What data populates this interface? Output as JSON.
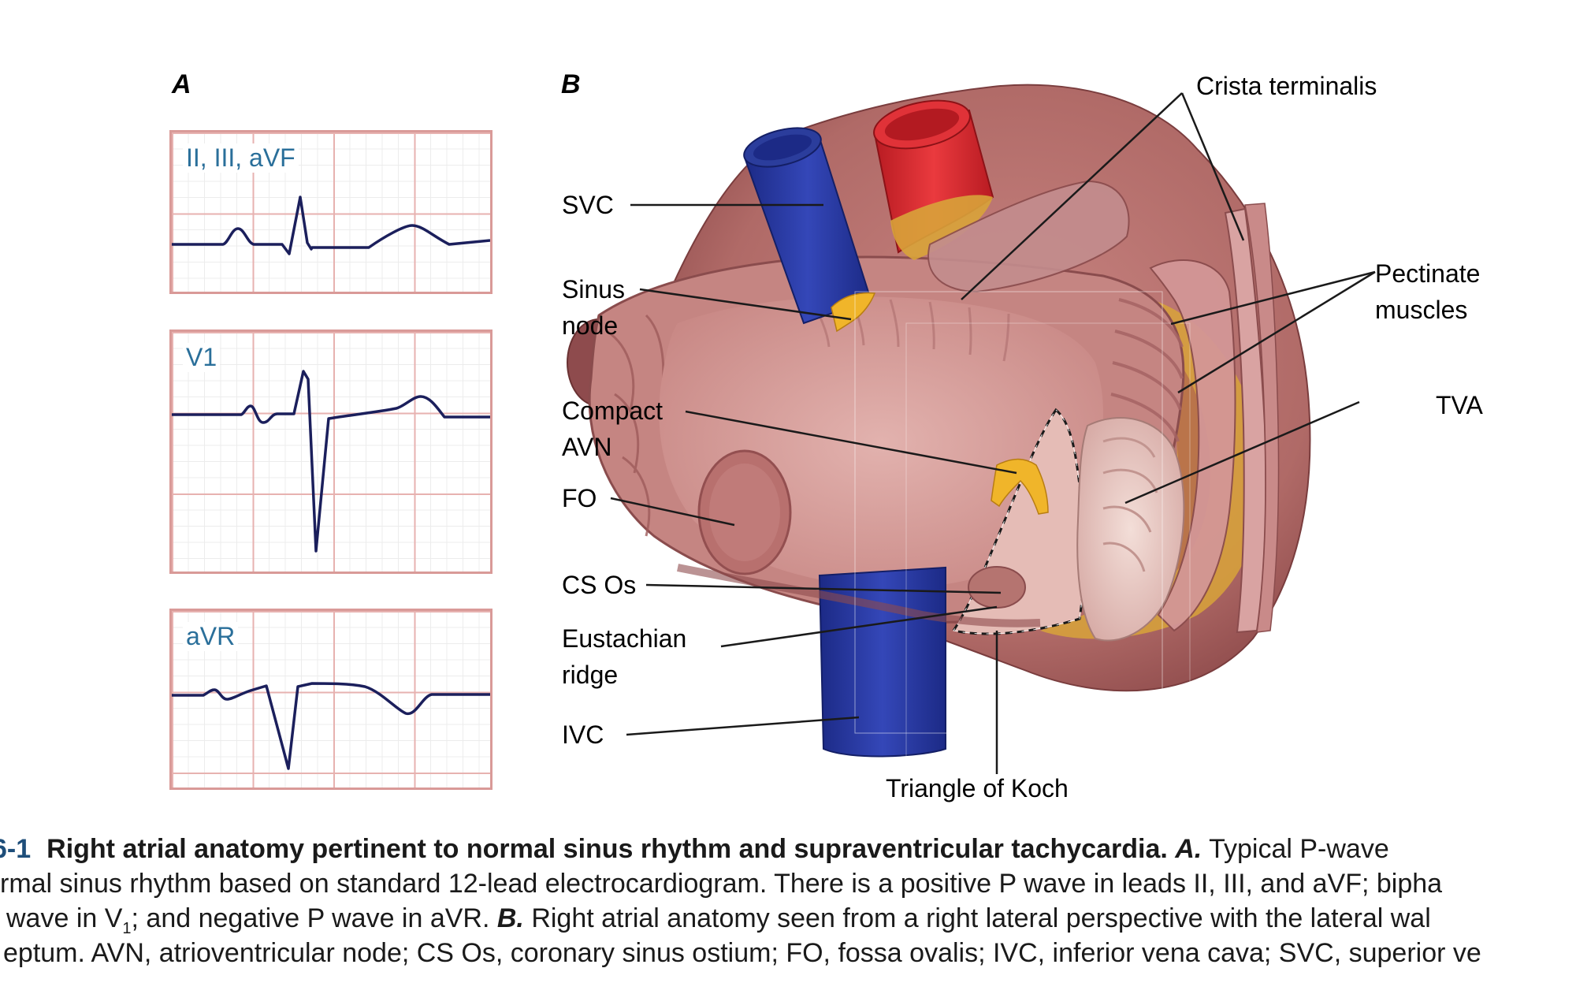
{
  "panels": {
    "a_label": "A",
    "b_label": "B"
  },
  "ecg": {
    "leads": [
      {
        "label": "II, III, aVF"
      },
      {
        "label": "V1"
      },
      {
        "label": "aVR"
      }
    ]
  },
  "anatomy": {
    "callouts": {
      "svc": "SVC",
      "sinus_node_1": "Sinus",
      "sinus_node_2": "node",
      "compact_avn_1": "Compact",
      "compact_avn_2": "AVN",
      "fo": "FO",
      "cs_os": "CS Os",
      "eustachian_1": "Eustachian",
      "eustachian_2": "ridge",
      "ivc": "IVC",
      "crista": "Crista terminalis",
      "pectinate_1": "Pectinate",
      "pectinate_2": "muscles",
      "tva": "TVA",
      "koch": "Triangle of Koch"
    },
    "colors": {
      "svc_ivc": "#2b3d9c",
      "aorta": "#d9272e",
      "myocardium": "#b8706e",
      "fat": "#d8a33a",
      "conduction": "#f0b52a"
    }
  },
  "caption": {
    "number": "6-1",
    "title": "Right atrial anatomy pertinent to normal sinus rhythm and supraventricular tachycardia.",
    "a_marker": "A.",
    "line1_rest": "Typical P-wave",
    "line2": "rmal sinus rhythm based on standard 12-lead electrocardiogram. There is a positive P wave in leads II, III, and aVF; bipha",
    "line3_pre": "wave in V",
    "line3_sub": "1",
    "line3_mid": "; and negative P wave in aVR.",
    "b_marker": "B.",
    "line3_rest": "Right atrial anatomy seen from a right lateral perspective with the lateral wal",
    "line4": "eptum. AVN, atrioventricular node; CS Os, coronary sinus ostium; FO, fossa ovalis; IVC, inferior vena cava; SVC, superior ve"
  }
}
